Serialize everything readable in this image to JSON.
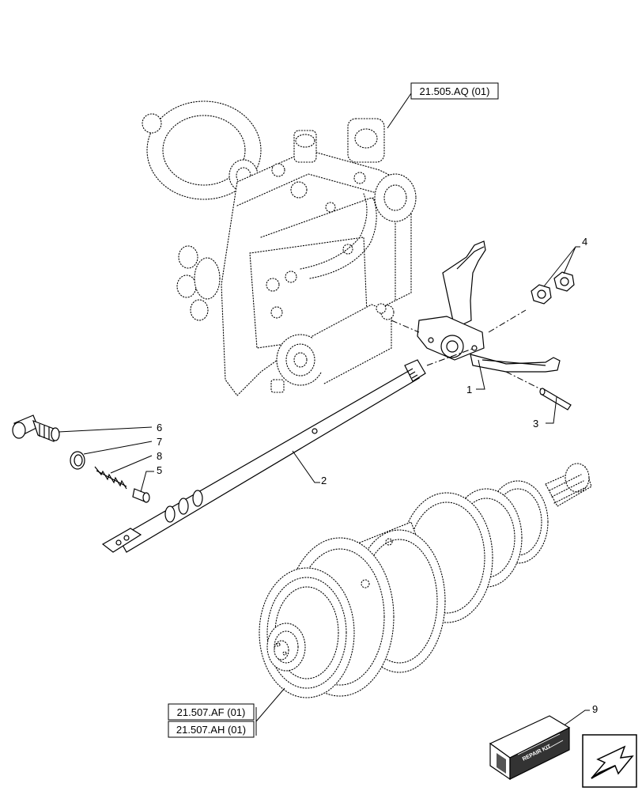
{
  "references": {
    "valve_block": "21.505.AQ (01)",
    "shaft_ref_1": "21.507.AF (01)",
    "shaft_ref_2": "21.507.AH (01)"
  },
  "callouts": {
    "c1": "1",
    "c2": "2",
    "c3": "3",
    "c4": "4",
    "c5": "5",
    "c6": "6",
    "c7": "7",
    "c8": "8",
    "c9": "9"
  },
  "kit_label": "REPAIR KIT",
  "icons": {
    "nav_arrow": "previous-page-arrow-icon"
  }
}
